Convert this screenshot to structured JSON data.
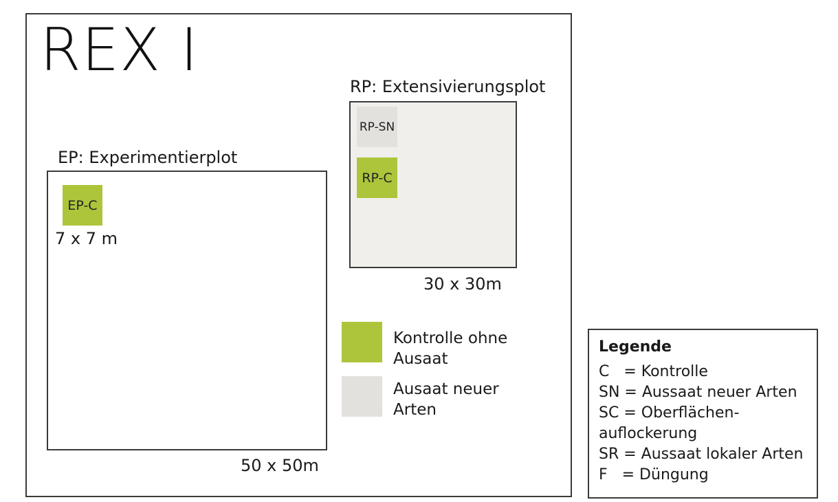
{
  "title": "REX I",
  "ep": {
    "label": "EP: Experimentierplot",
    "size": "50 x 50m",
    "subplot": {
      "label": "EP-C",
      "size": "7 x 7 m"
    }
  },
  "rp": {
    "label": "RP: Extensivierungsplot",
    "size": "30 x 30m",
    "subplots": [
      {
        "label": "RP-SN"
      },
      {
        "label": "RP-C"
      }
    ]
  },
  "swatches": [
    {
      "label": "Kontrolle ohne Ausaat",
      "color": "#adc53a"
    },
    {
      "label": "Ausaat neuer Arten",
      "color": "#e3e1de"
    }
  ],
  "legend": {
    "title": "Legende",
    "lines": [
      "C   = Kontrolle",
      "SN = Aussaat neuer Arten",
      "SC = Oberflächen-",
      "auflockerung",
      "SR = Aussaat lokaler Arten",
      "F   = Düngung"
    ]
  }
}
